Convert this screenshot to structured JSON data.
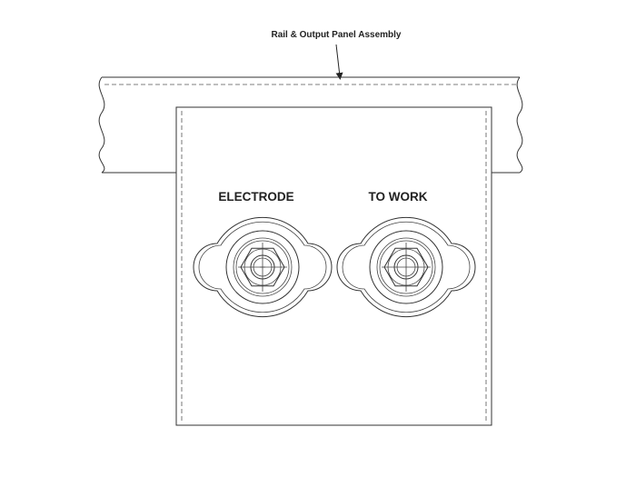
{
  "callout": {
    "text": "Rail & Output Panel Assembly"
  },
  "terminals": [
    {
      "label": "ELECTRODE"
    },
    {
      "label": "TO WORK"
    }
  ],
  "colors": {
    "line": "#333333",
    "background": "#ffffff"
  }
}
